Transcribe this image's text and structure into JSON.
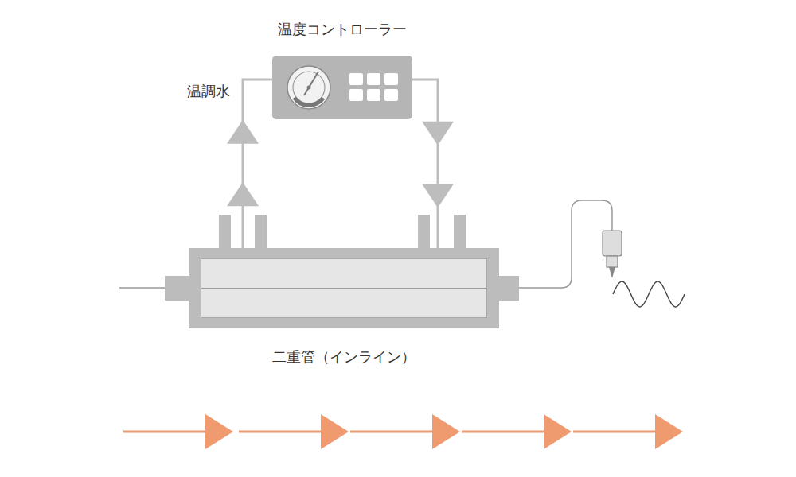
{
  "diagram": {
    "nodes": [
      {
        "text": [
          "温度コントローラー"
        ]
      },
      {
        "text": [
          "二重管（インライン）"
        ]
      }
    ],
    "edges": [
      {
        "from": 1,
        "to": 0,
        "arrow": "to",
        "label": "温調水"
      },
      {
        "from": 0,
        "to": 1,
        "arrow": "to"
      }
    ]
  }
}
